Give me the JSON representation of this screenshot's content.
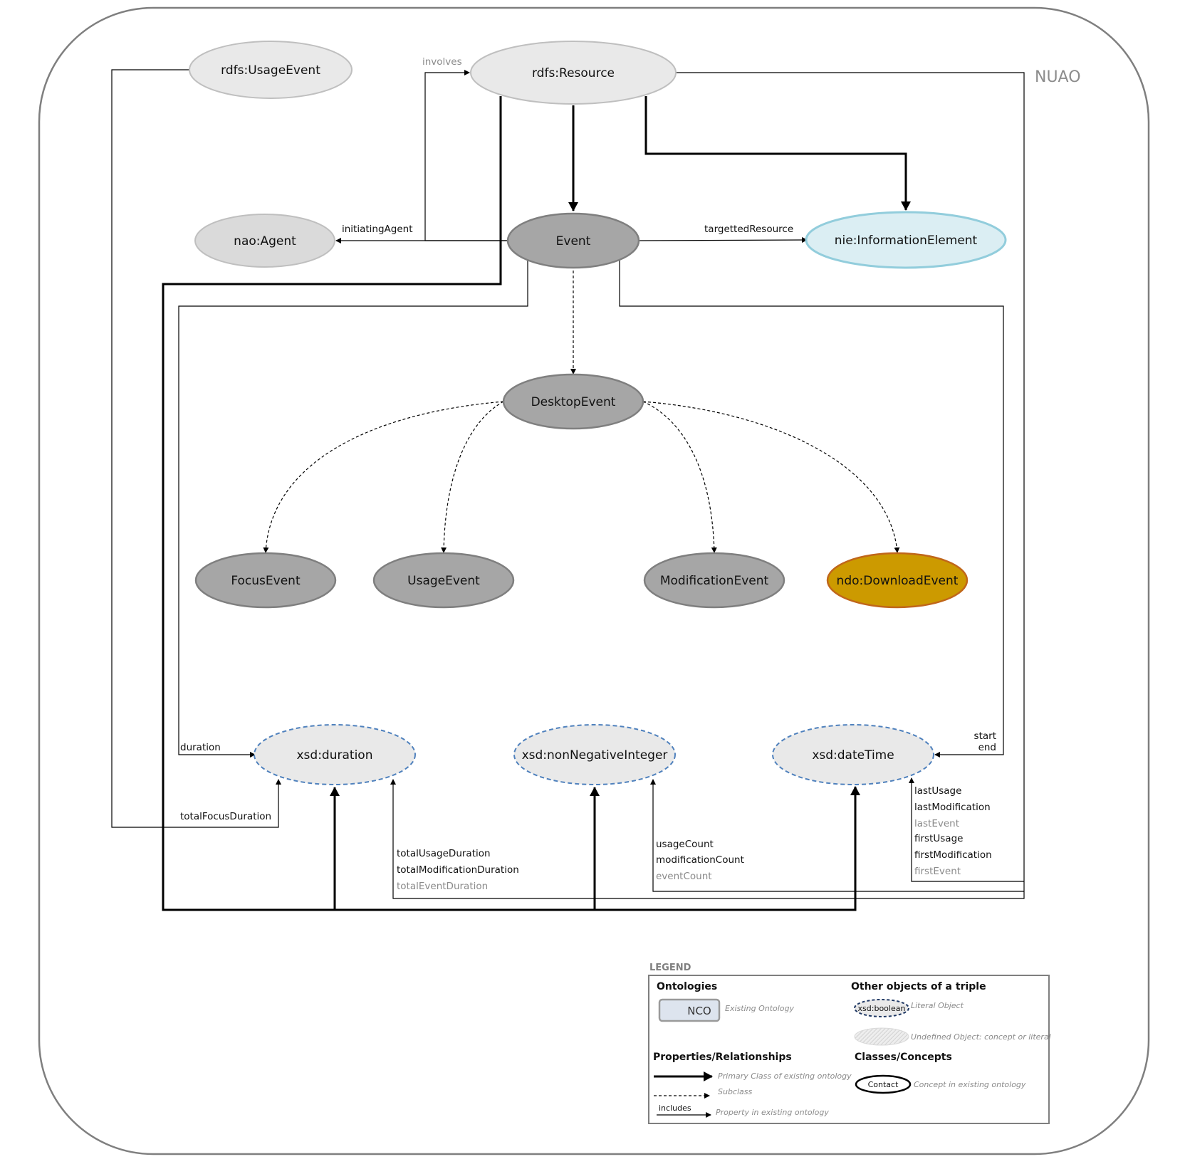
{
  "ontology_label": "NUAO",
  "colors": {
    "event_gray": "#a6a6a6",
    "light_gray": "#e9e9e9",
    "info_element_fill": "#dbeef3",
    "info_element_stroke": "#92cddc",
    "download_event_fill": "#cc9a00",
    "download_event_stroke": "#c0661a",
    "literal_stroke": "#4f81bd"
  },
  "nodes": {
    "rdfs_usage_event": "rdfs:UsageEvent",
    "rdfs_resource": "rdfs:Resource",
    "nao_agent": "nao:Agent",
    "event": "Event",
    "nie_information_element": "nie:InformationElement",
    "desktop_event": "DesktopEvent",
    "focus_event": "FocusEvent",
    "usage_event": "UsageEvent",
    "modification_event": "ModificationEvent",
    "ndo_download_event": "ndo:DownloadEvent",
    "xsd_duration": "xsd:duration",
    "xsd_non_negative_integer": "xsd:nonNegativeInteger",
    "xsd_date_time": "xsd:dateTime"
  },
  "properties": {
    "involves": "involves",
    "initiating_agent": "initiatingAgent",
    "targetted_resource": "targettedResource",
    "duration": "duration",
    "total_focus_duration": "totalFocusDuration",
    "total_usage_duration": "totalUsageDuration",
    "total_modification_duration": "totalModificationDuration",
    "total_event_duration": "totalEventDuration",
    "usage_count": "usageCount",
    "modification_count": "modificationCount",
    "event_count": "eventCount",
    "start": "start",
    "end": "end",
    "last_usage": "lastUsage",
    "last_modification": "lastModification",
    "last_event": "lastEvent",
    "first_usage": "firstUsage",
    "first_modification": "firstModification",
    "first_event": "firstEvent"
  },
  "legend": {
    "title": "LEGEND",
    "ontologies_heading": "Ontologies",
    "ontology_box_label": "NCO",
    "ontology_box_desc": "Existing Ontology",
    "other_objects_heading": "Other objects of a triple",
    "literal_label": "xsd:boolean",
    "literal_desc": "Literal Object",
    "undefined_desc": "Undefined Object: concept or literal",
    "properties_heading": "Properties/Relationships",
    "primary_class_desc": "Primary Class of existing ontology",
    "subclass_desc": "Subclass",
    "includes_label": "includes",
    "property_desc": "Property in existing ontology",
    "classes_heading": "Classes/Concepts",
    "contact_label": "Contact",
    "contact_desc": "Concept in existing ontology"
  }
}
